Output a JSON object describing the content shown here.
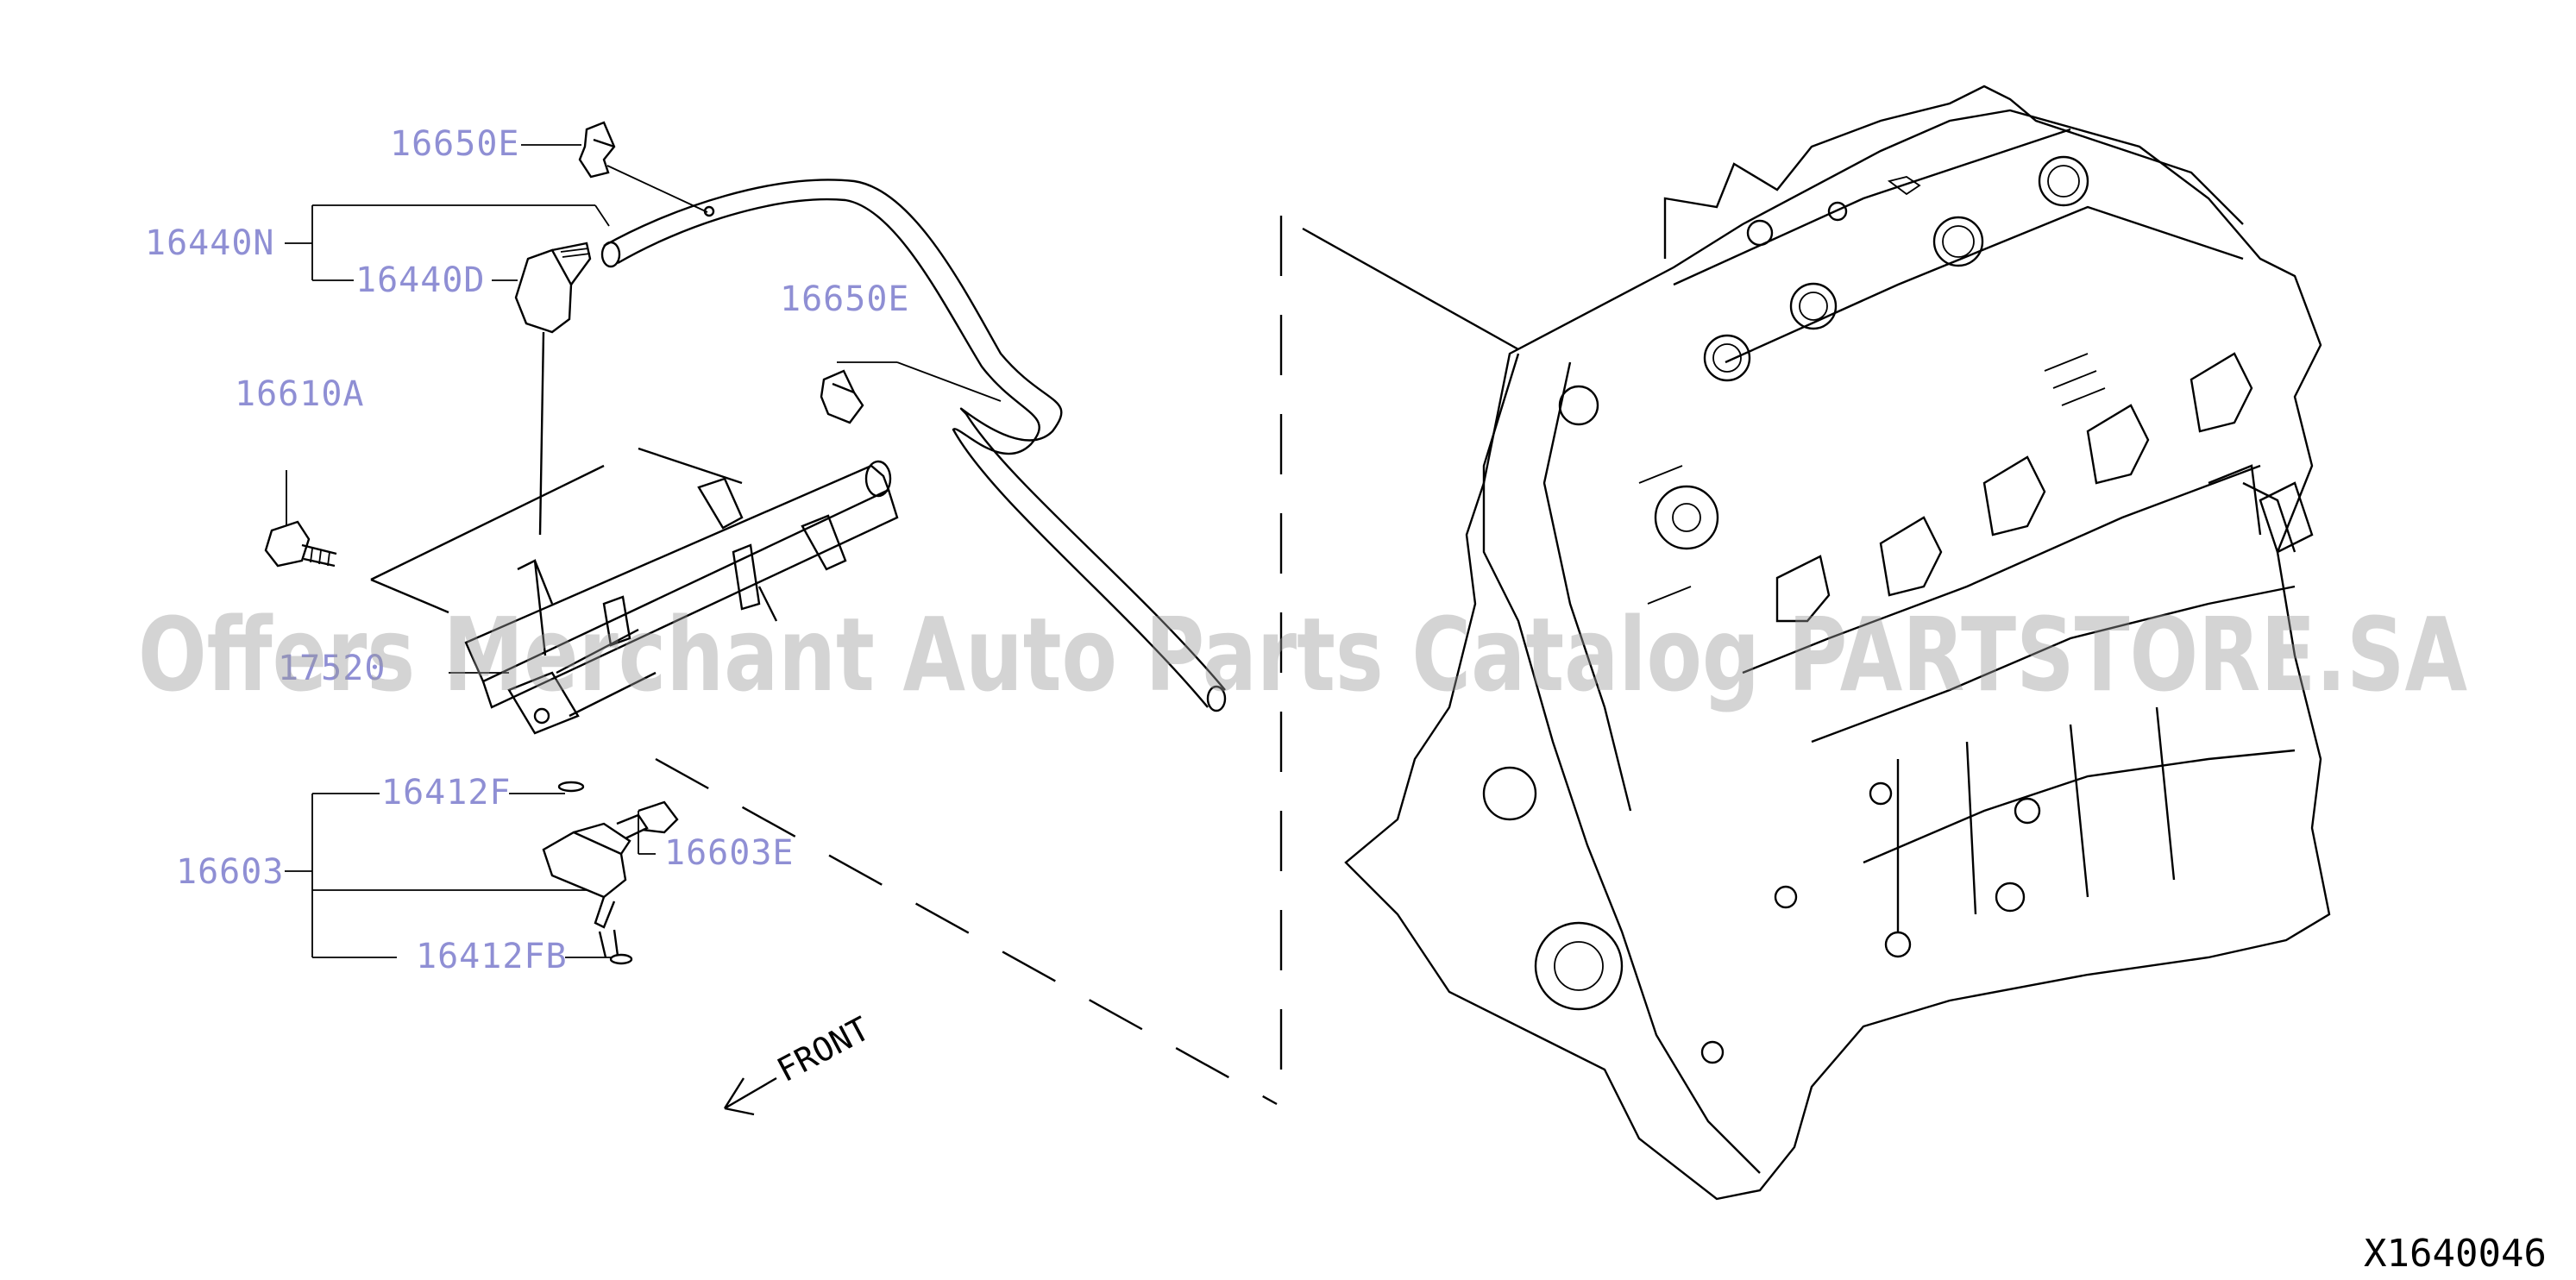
{
  "callouts": {
    "c1": "16650E",
    "c2": "16440N",
    "c3": "16440D",
    "c4": "16650E",
    "c5": "16610A",
    "c6": "17520",
    "c7": "16412F",
    "c8": "16603E",
    "c9": "16603",
    "c10": "16412FB"
  },
  "front_label": "FRONT",
  "diagram_code": "X1640046",
  "watermark": "Offers Merchant Auto Parts Catalog PARTSTORE.SA"
}
